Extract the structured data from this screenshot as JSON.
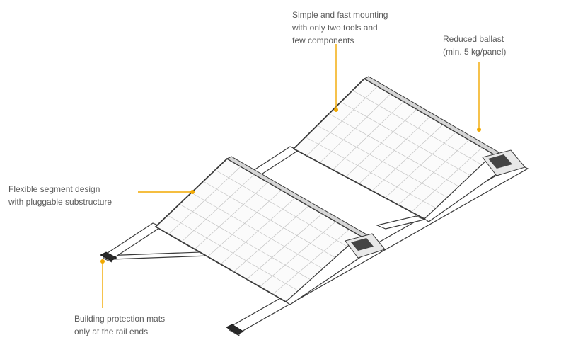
{
  "accent_color": "#f2a900",
  "callouts": {
    "mounting": {
      "lines": [
        "Simple and fast mounting",
        "with only two tools and",
        "few components"
      ]
    },
    "ballast": {
      "lines": [
        "Reduced ballast",
        "(min. 5 kg/panel)"
      ]
    },
    "segment": {
      "lines": [
        "Flexible segment design",
        "with pluggable substructure"
      ]
    },
    "mats": {
      "lines": [
        "Building protection mats",
        "only at the rail ends"
      ]
    }
  }
}
